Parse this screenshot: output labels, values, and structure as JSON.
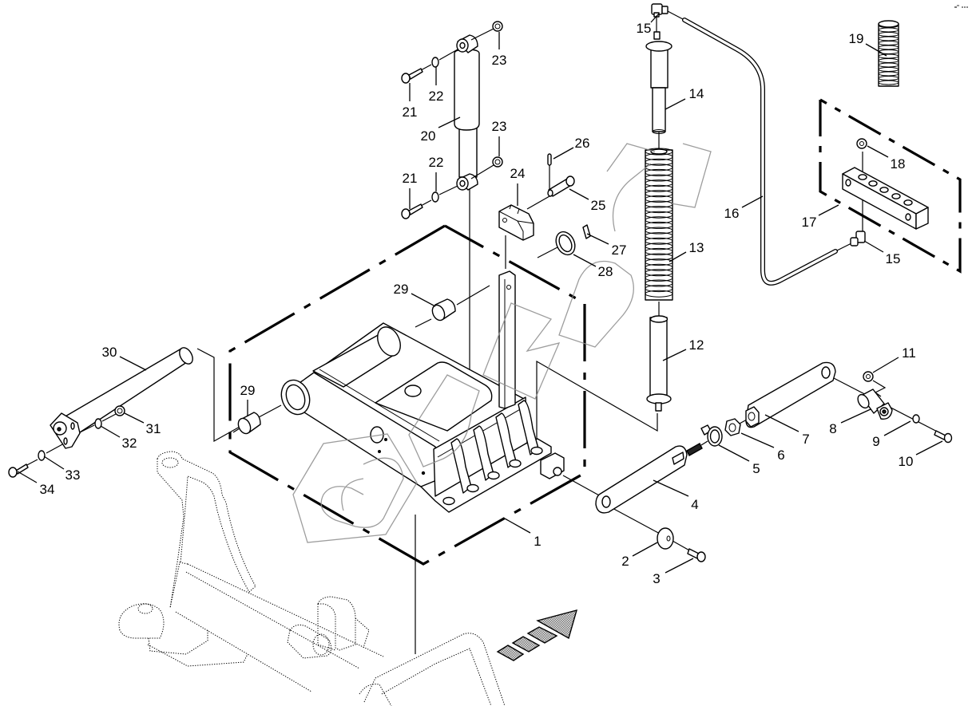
{
  "diagram": {
    "type": "exploded parts diagram",
    "direction_indicator": "travel-direction-arrow"
  },
  "callouts": [
    {
      "label": "1"
    },
    {
      "label": "2"
    },
    {
      "label": "3"
    },
    {
      "label": "4"
    },
    {
      "label": "5"
    },
    {
      "label": "6"
    },
    {
      "label": "7"
    },
    {
      "label": "8"
    },
    {
      "label": "9"
    },
    {
      "label": "10"
    },
    {
      "label": "11"
    },
    {
      "label": "12"
    },
    {
      "label": "13"
    },
    {
      "label": "14"
    },
    {
      "label": "15"
    },
    {
      "label": "15"
    },
    {
      "label": "16"
    },
    {
      "label": "17"
    },
    {
      "label": "18"
    },
    {
      "label": "19"
    },
    {
      "label": "20"
    },
    {
      "label": "21"
    },
    {
      "label": "21"
    },
    {
      "label": "22"
    },
    {
      "label": "22"
    },
    {
      "label": "23"
    },
    {
      "label": "23"
    },
    {
      "label": "24"
    },
    {
      "label": "25"
    },
    {
      "label": "26"
    },
    {
      "label": "27"
    },
    {
      "label": "28"
    },
    {
      "label": "29"
    },
    {
      "label": "29"
    },
    {
      "label": "30"
    },
    {
      "label": "31"
    },
    {
      "label": "32"
    },
    {
      "label": "33"
    },
    {
      "label": "34"
    }
  ]
}
